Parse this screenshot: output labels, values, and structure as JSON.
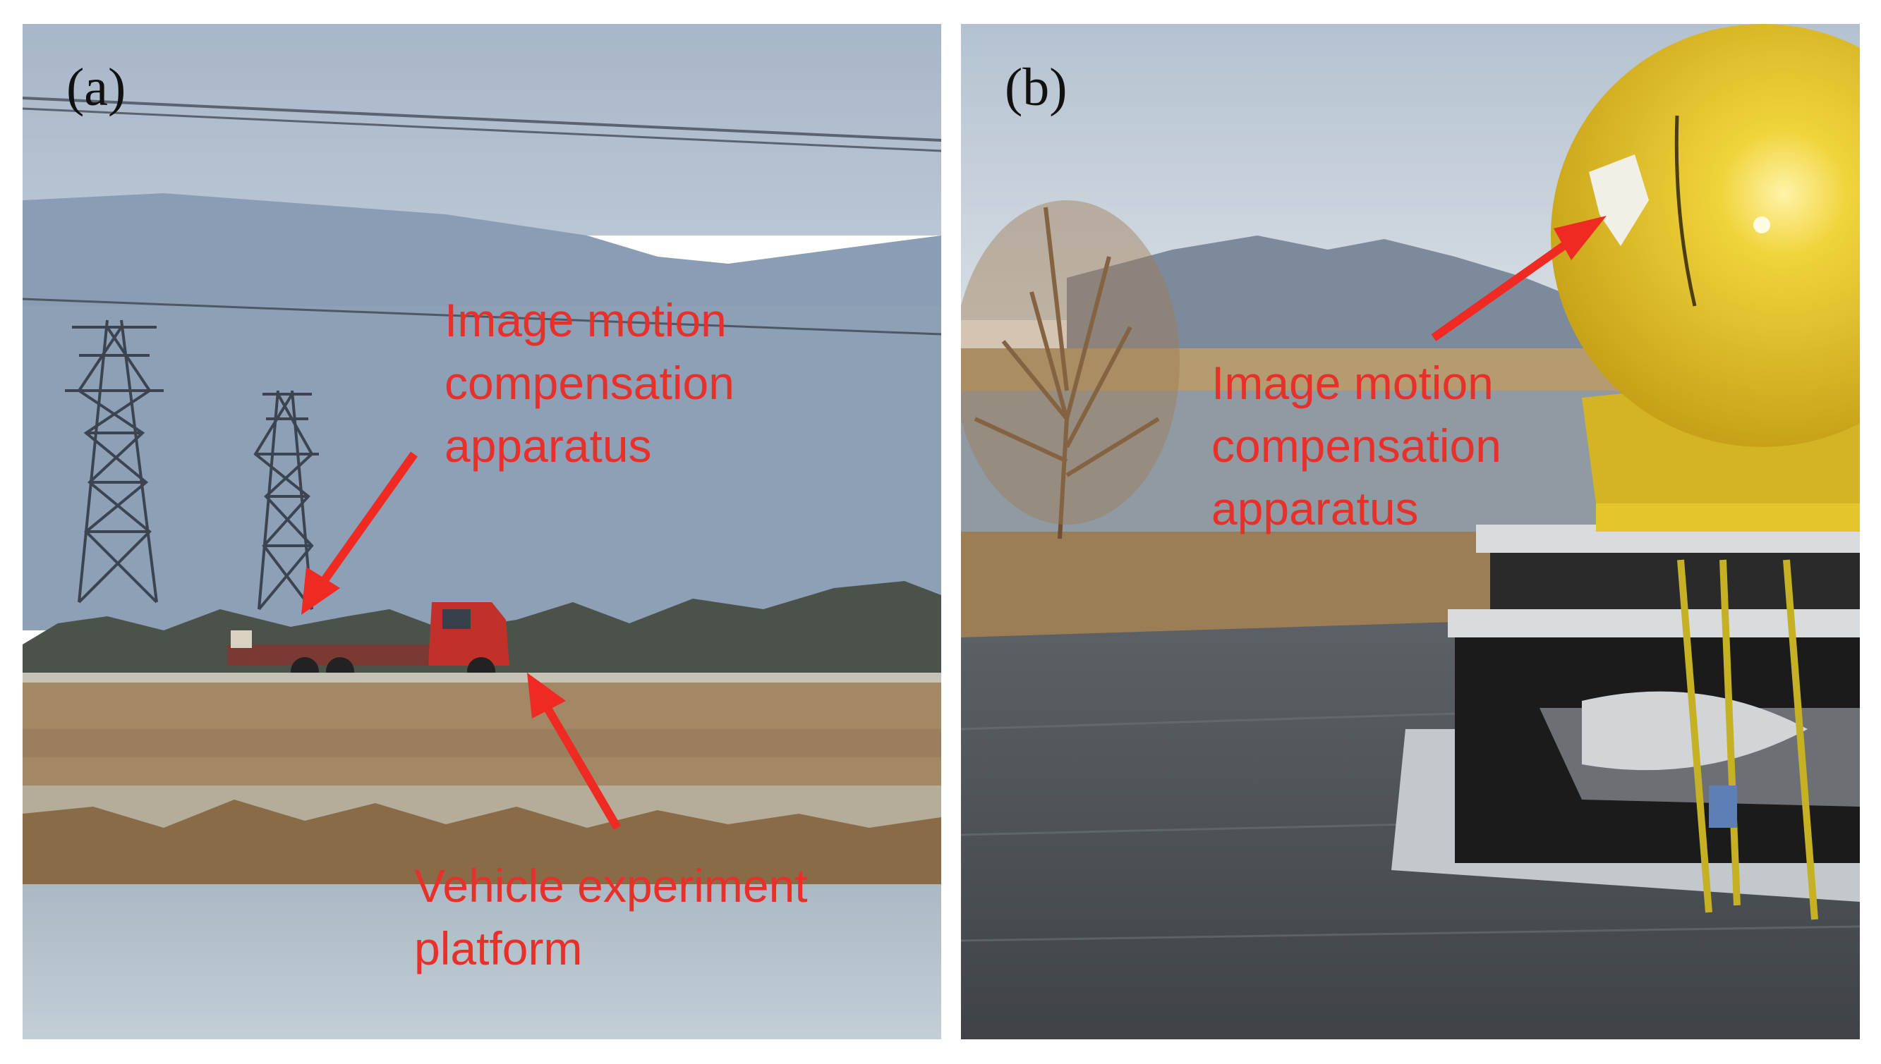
{
  "figure": {
    "panel_a": {
      "label": "(a)",
      "annotation_apparatus": [
        "Image motion",
        "compensation",
        "apparatus"
      ],
      "annotation_platform": [
        "Vehicle experiment",
        "platform"
      ]
    },
    "panel_b": {
      "label": "(b)",
      "annotation_apparatus": [
        "Image motion",
        "compensation",
        "apparatus"
      ]
    },
    "colors": {
      "annotation": "#e8302a",
      "sky": "#a9b8c8",
      "water": "#a8b7c2",
      "dry_grass": "#9c8060",
      "dome": "#e7c52a"
    },
    "icons": [
      "transmission-tower",
      "truck",
      "tree",
      "mountain",
      "yellow-dome-camera",
      "arrow"
    ]
  }
}
